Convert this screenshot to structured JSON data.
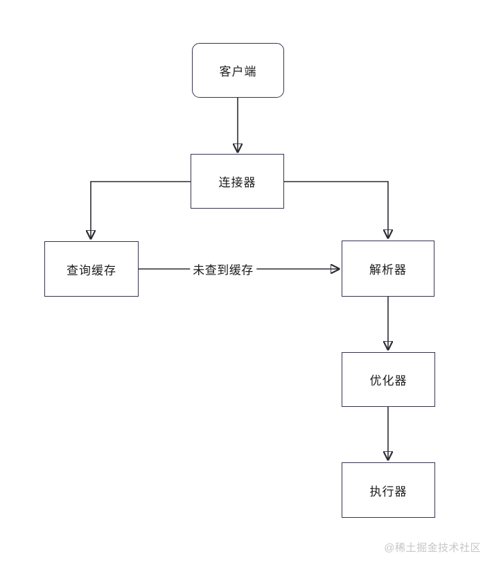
{
  "diagram": {
    "type": "flowchart",
    "nodes": [
      {
        "id": "client",
        "label": "客户端",
        "shape": "rounded-rect"
      },
      {
        "id": "connector",
        "label": "连接器",
        "shape": "rect"
      },
      {
        "id": "query-cache",
        "label": "查询缓存",
        "shape": "rect"
      },
      {
        "id": "parser",
        "label": "解析器",
        "shape": "rect"
      },
      {
        "id": "optimizer",
        "label": "优化器",
        "shape": "rect"
      },
      {
        "id": "executor",
        "label": "执行器",
        "shape": "rect"
      }
    ],
    "edges": [
      {
        "from": "client",
        "to": "connector",
        "label": ""
      },
      {
        "from": "connector",
        "to": "query-cache",
        "label": ""
      },
      {
        "from": "connector",
        "to": "parser",
        "label": ""
      },
      {
        "from": "query-cache",
        "to": "parser",
        "label": "未查到缓存"
      },
      {
        "from": "parser",
        "to": "optimizer",
        "label": ""
      },
      {
        "from": "optimizer",
        "to": "executor",
        "label": ""
      }
    ],
    "colors": {
      "node_border": "#34344f",
      "edge_line": "#2b2b33",
      "arrowhead": "#1c1c1c",
      "text": "#1c1c1c",
      "watermark": "#c6c6c6",
      "background": "#ffffff"
    }
  },
  "watermark": {
    "text": "@稀土掘金技术社区"
  }
}
